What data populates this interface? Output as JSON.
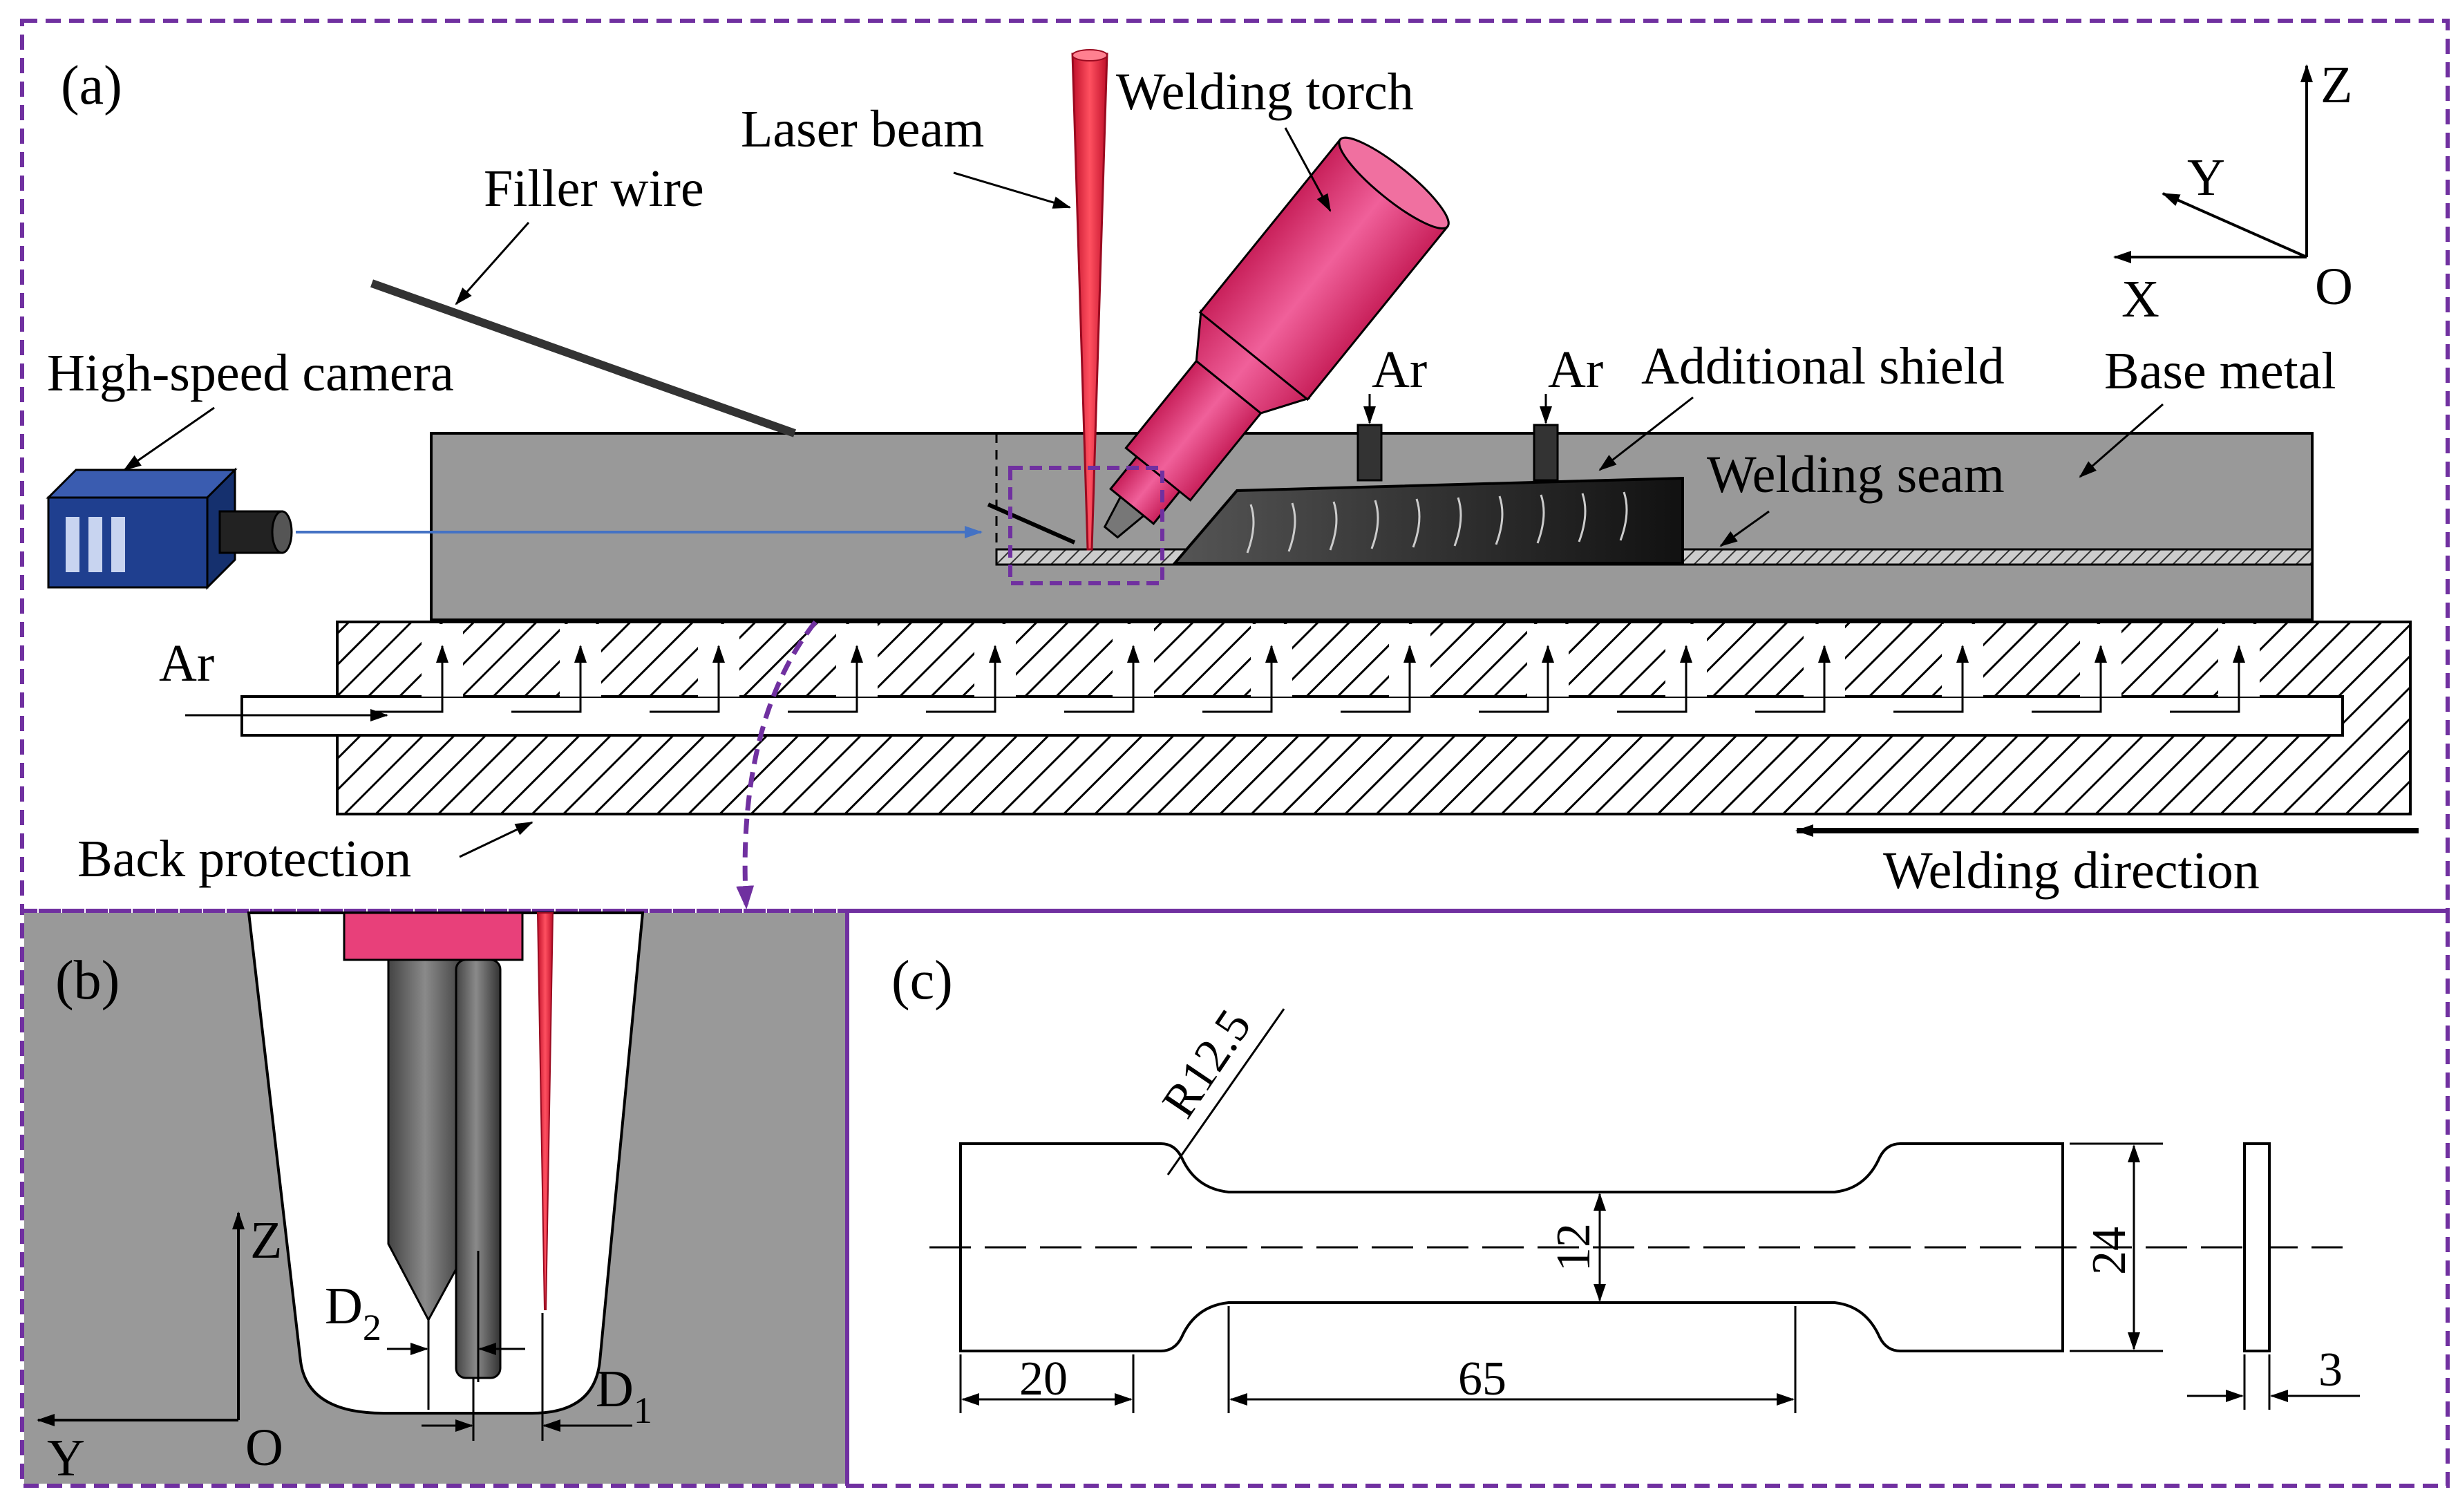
{
  "panels": {
    "a": "(a)",
    "b": "(b)",
    "c": "(c)"
  },
  "labels": {
    "laser_beam": "Laser beam",
    "welding_torch": "Welding torch",
    "filler_wire": "Filler wire",
    "high_speed_camera": "High-speed camera",
    "ar_1": "Ar",
    "ar_2": "Ar",
    "ar_inlet": "Ar",
    "additional_shield": "Additional shield",
    "base_metal": "Base metal",
    "welding_seam": "Welding seam",
    "back_protection": "Back protection",
    "welding_direction": "Welding direction"
  },
  "axes_a": {
    "z": "Z",
    "y": "Y",
    "x": "X",
    "o": "O"
  },
  "axes_b": {
    "z": "Z",
    "y": "Y",
    "o": "O"
  },
  "detail_b": {
    "d2": "D",
    "d2_sub": "2",
    "d1": "D",
    "d1_sub": "1"
  },
  "specimen_c": {
    "radius": "R12.5",
    "width_neck": "12",
    "width_total": "24",
    "grip_length": "20",
    "gauge_length": "65",
    "thickness": "3"
  },
  "colors": {
    "frame": "#7030a0",
    "torch": "#e8407a",
    "laser": "#e8203a",
    "metal": "#999999",
    "camera": "#1f3f8f",
    "beam": "#4472c4"
  }
}
